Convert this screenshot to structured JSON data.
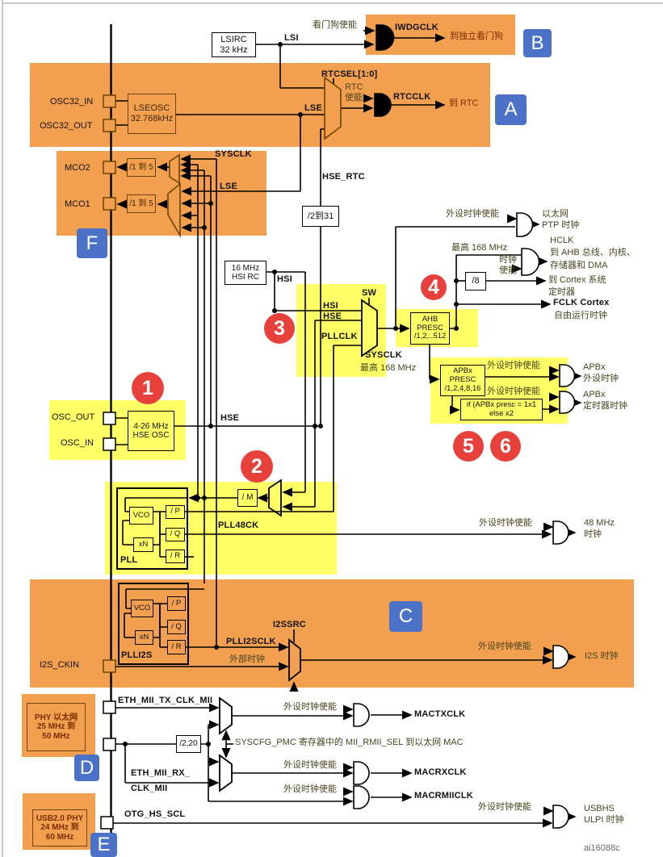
{
  "colors": {
    "orange": "#F2A050",
    "yellow": "#FFFF66",
    "badge_blue": "#4C72C8",
    "circle_red": "#E8403A"
  },
  "watermark": "ai16088c",
  "common": {
    "periph_enable": "外设时钟使能"
  },
  "badges": {
    "a": "A",
    "b": "B",
    "c": "C",
    "d": "D",
    "e": "E",
    "f": "F"
  },
  "steps": {
    "s1": "1",
    "s2": "2",
    "s3": "3",
    "s4": "4",
    "s5": "5",
    "s6": "6"
  },
  "lsi": {
    "osc_box": "LSIRC\n32 kHz",
    "signal": "LSI",
    "wdg_enable": "看门狗使能",
    "clk": "IWDGCLK",
    "dest": "到独立看门狗"
  },
  "rtc": {
    "sel": "RTCSEL[1:0]",
    "enable": "RTC\n使能",
    "clk": "RTCCLK",
    "dest": "到 RTC",
    "lse": "LSE",
    "hse_rtc": "HSE_RTC",
    "div": "/2到31"
  },
  "lse": {
    "pin_in": "OSC32_IN",
    "pin_out": "OSC32_OUT",
    "osc_box": "LSEOSC\n32.768kHz"
  },
  "mco": {
    "mco2": "MCO2",
    "mco1": "MCO1",
    "div2": "/1 到 5",
    "div1": "/1 到 5",
    "sysclk": "SYSCLK",
    "lse": "LSE"
  },
  "hsi": {
    "osc_box": "16 MHz\nHSI RC",
    "signal": "HSI"
  },
  "sw": {
    "in_hsi": "HSI",
    "in_hse": "HSE",
    "in_pll": "PLLCLK",
    "sel": "SW",
    "out": "SYSCLK",
    "out_max": "最高 168 MHz"
  },
  "ahb": {
    "presc": "AHB\nPRESC\n/1,2,..512"
  },
  "ptp": {
    "dest": "以太网\nPTP 时钟"
  },
  "hclk": {
    "max": "最高 168 MHz",
    "clk_enable": "时钟\n使能",
    "dest": "HCLK\n到 AHB 总线、内核、\n存储器和 DMA",
    "div8": "/8",
    "cortex": "到 Cortex 系统\n定时器",
    "fclk": "FCLK Cortex",
    "fclk2": "自由运行时钟"
  },
  "apb": {
    "presc": "APBx\nPRESC\n/1,2,4,8,16",
    "out1": "APBx\n外设时钟",
    "cond": "if (APBx presc = 1x1\nelse x2",
    "out2": "APBx\n定时器时钟"
  },
  "hse": {
    "pin_out": "OSC_OUT",
    "pin_in": "OSC_IN",
    "osc_box": "4-26 MHz\nHSE OSC",
    "signal": "HSE"
  },
  "pll": {
    "divm": "/ M",
    "name": "PLL",
    "vco": "VCO",
    "xn": "xN",
    "p": "/ P",
    "q": "/ Q",
    "r": "/ R",
    "pll48": "PLL48CK"
  },
  "clk48": {
    "dest": "48 MHz\n时钟"
  },
  "i2s": {
    "name": "PLLI2S",
    "vco": "VCO",
    "xn": "xN",
    "p": "/ P",
    "q": "/ Q",
    "r": "/ R",
    "clk": "PLLI2SCLK",
    "ext": "外部时钟",
    "sel": "I2SSRC",
    "pin": "I2S_CKIN",
    "dest": "I2S 时钟"
  },
  "eth": {
    "phy": "PHY 以太网\n25 MHz 到\n50 MHz",
    "tx": "ETH_MII_TX_CLK_MII",
    "div": "/2,20",
    "note": "SYSCFG_PMC 寄存器中的 MII_RMII_SEL 到以太网 MAC",
    "rx": "ETH_MII_RX_\nCLK_MII",
    "mactx": "MACTXCLK",
    "macrx": "MACRXCLK",
    "macrmii": "MACRMIICLK"
  },
  "usb": {
    "phy": "USB2.0 PHY\n24 MHz 到\n60 MHz",
    "otg": "OTG_HS_SCL",
    "dest": "USBHS\nULPI 时钟"
  }
}
